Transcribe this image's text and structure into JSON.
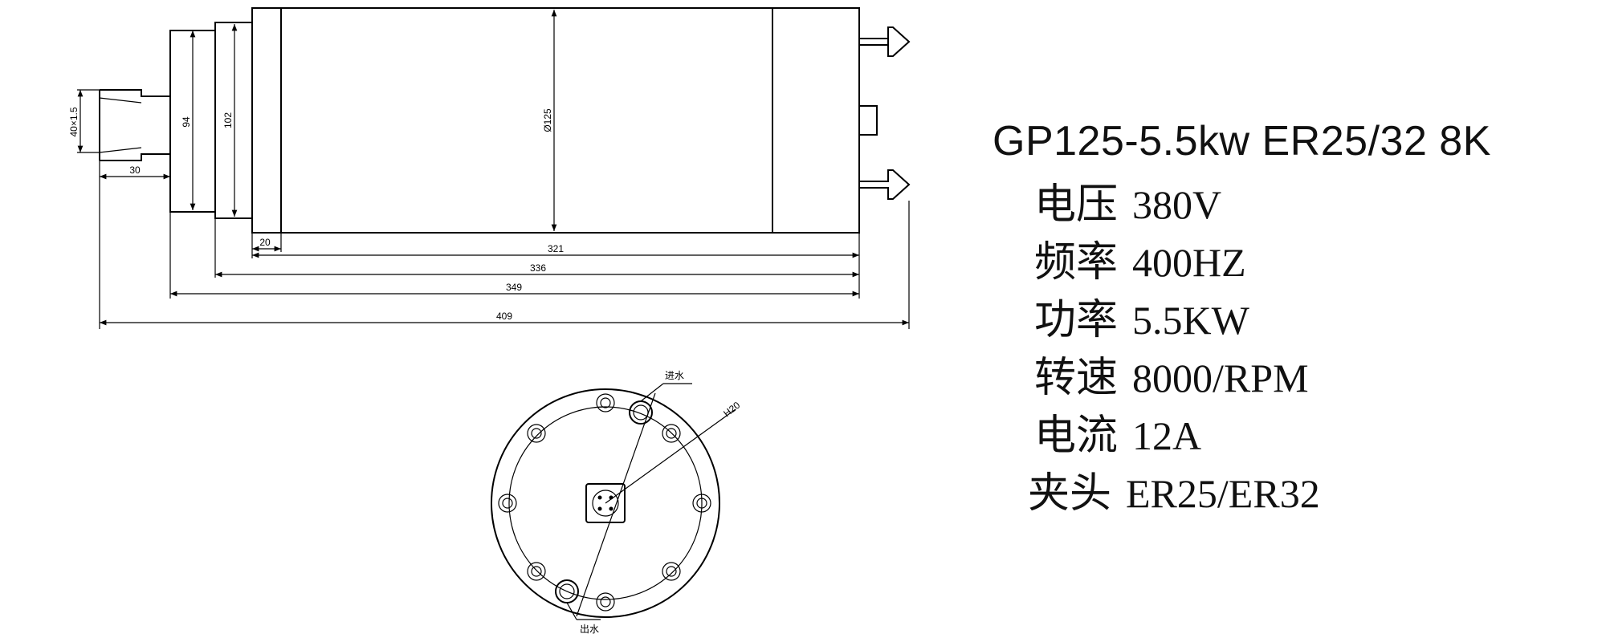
{
  "drawing": {
    "dimensions": {
      "collet": "40×1.5",
      "d94": "94",
      "d102": "102",
      "d125": "Ø125",
      "len30": "30",
      "len20": "20",
      "len321": "321",
      "len336": "336",
      "len349": "349",
      "len409": "409",
      "h20": "H20"
    },
    "labels": {
      "water_in": "进水",
      "water_out": "出水"
    }
  },
  "specs": {
    "title": "GP125-5.5kw ER25/32  8K",
    "rows": [
      {
        "key": "电压",
        "value": "380V"
      },
      {
        "key": "频率",
        "value": "400HZ"
      },
      {
        "key": "功率",
        "value": "5.5KW"
      },
      {
        "key": "转速",
        "value": "8000/RPM"
      },
      {
        "key": "电流",
        "value": "12A"
      },
      {
        "key": "夹头",
        "value": "ER25/ER32"
      }
    ]
  }
}
